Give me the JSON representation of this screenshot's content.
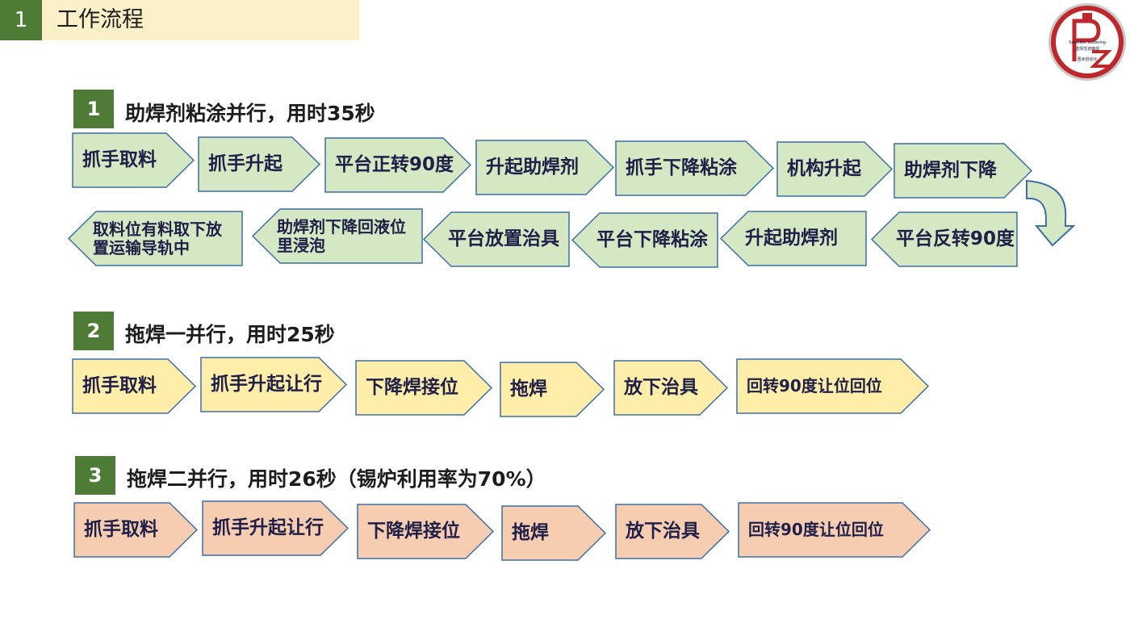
{
  "header": {
    "number": "1",
    "title": "工作流程"
  },
  "logo": {
    "text_en": "Selective soldering",
    "text_cn": "选择性波峰焊",
    "text_bottom": "晋洲自动化"
  },
  "colors": {
    "green_step": "#d4e8c4",
    "yellow_step": "#ffeeaa",
    "pink_step": "#f7cdb2",
    "outline": "#3d6ea7",
    "accent_green": "#4e7c36"
  },
  "sections": [
    {
      "number": "1",
      "title": "助焊剂粘涂并行，用时35秒",
      "row1": [
        "抓手取料",
        "抓手升起",
        "平台正转90度",
        "升起助焊剂",
        "抓手下降粘涂",
        "机构升起",
        "助焊剂下降"
      ],
      "row2": [
        "平台反转90度",
        "升起助焊剂",
        "平台下降粘涂",
        "平台放置治具",
        "助焊剂下降回液位里浸泡",
        "取料位有料取下放置运输导轨中"
      ]
    },
    {
      "number": "2",
      "title": "拖焊一并行，用时25秒",
      "steps": [
        "抓手取料",
        "抓手升起让行",
        "下降焊接位",
        "拖焊",
        "放下治具",
        "回转90度让位回位"
      ]
    },
    {
      "number": "3",
      "title": "拖焊二并行，用时26秒（锡炉利用率为70%）",
      "steps": [
        "抓手取料",
        "抓手升起让行",
        "下降焊接位",
        "拖焊",
        "放下治具",
        "回转90度让位回位"
      ]
    }
  ]
}
